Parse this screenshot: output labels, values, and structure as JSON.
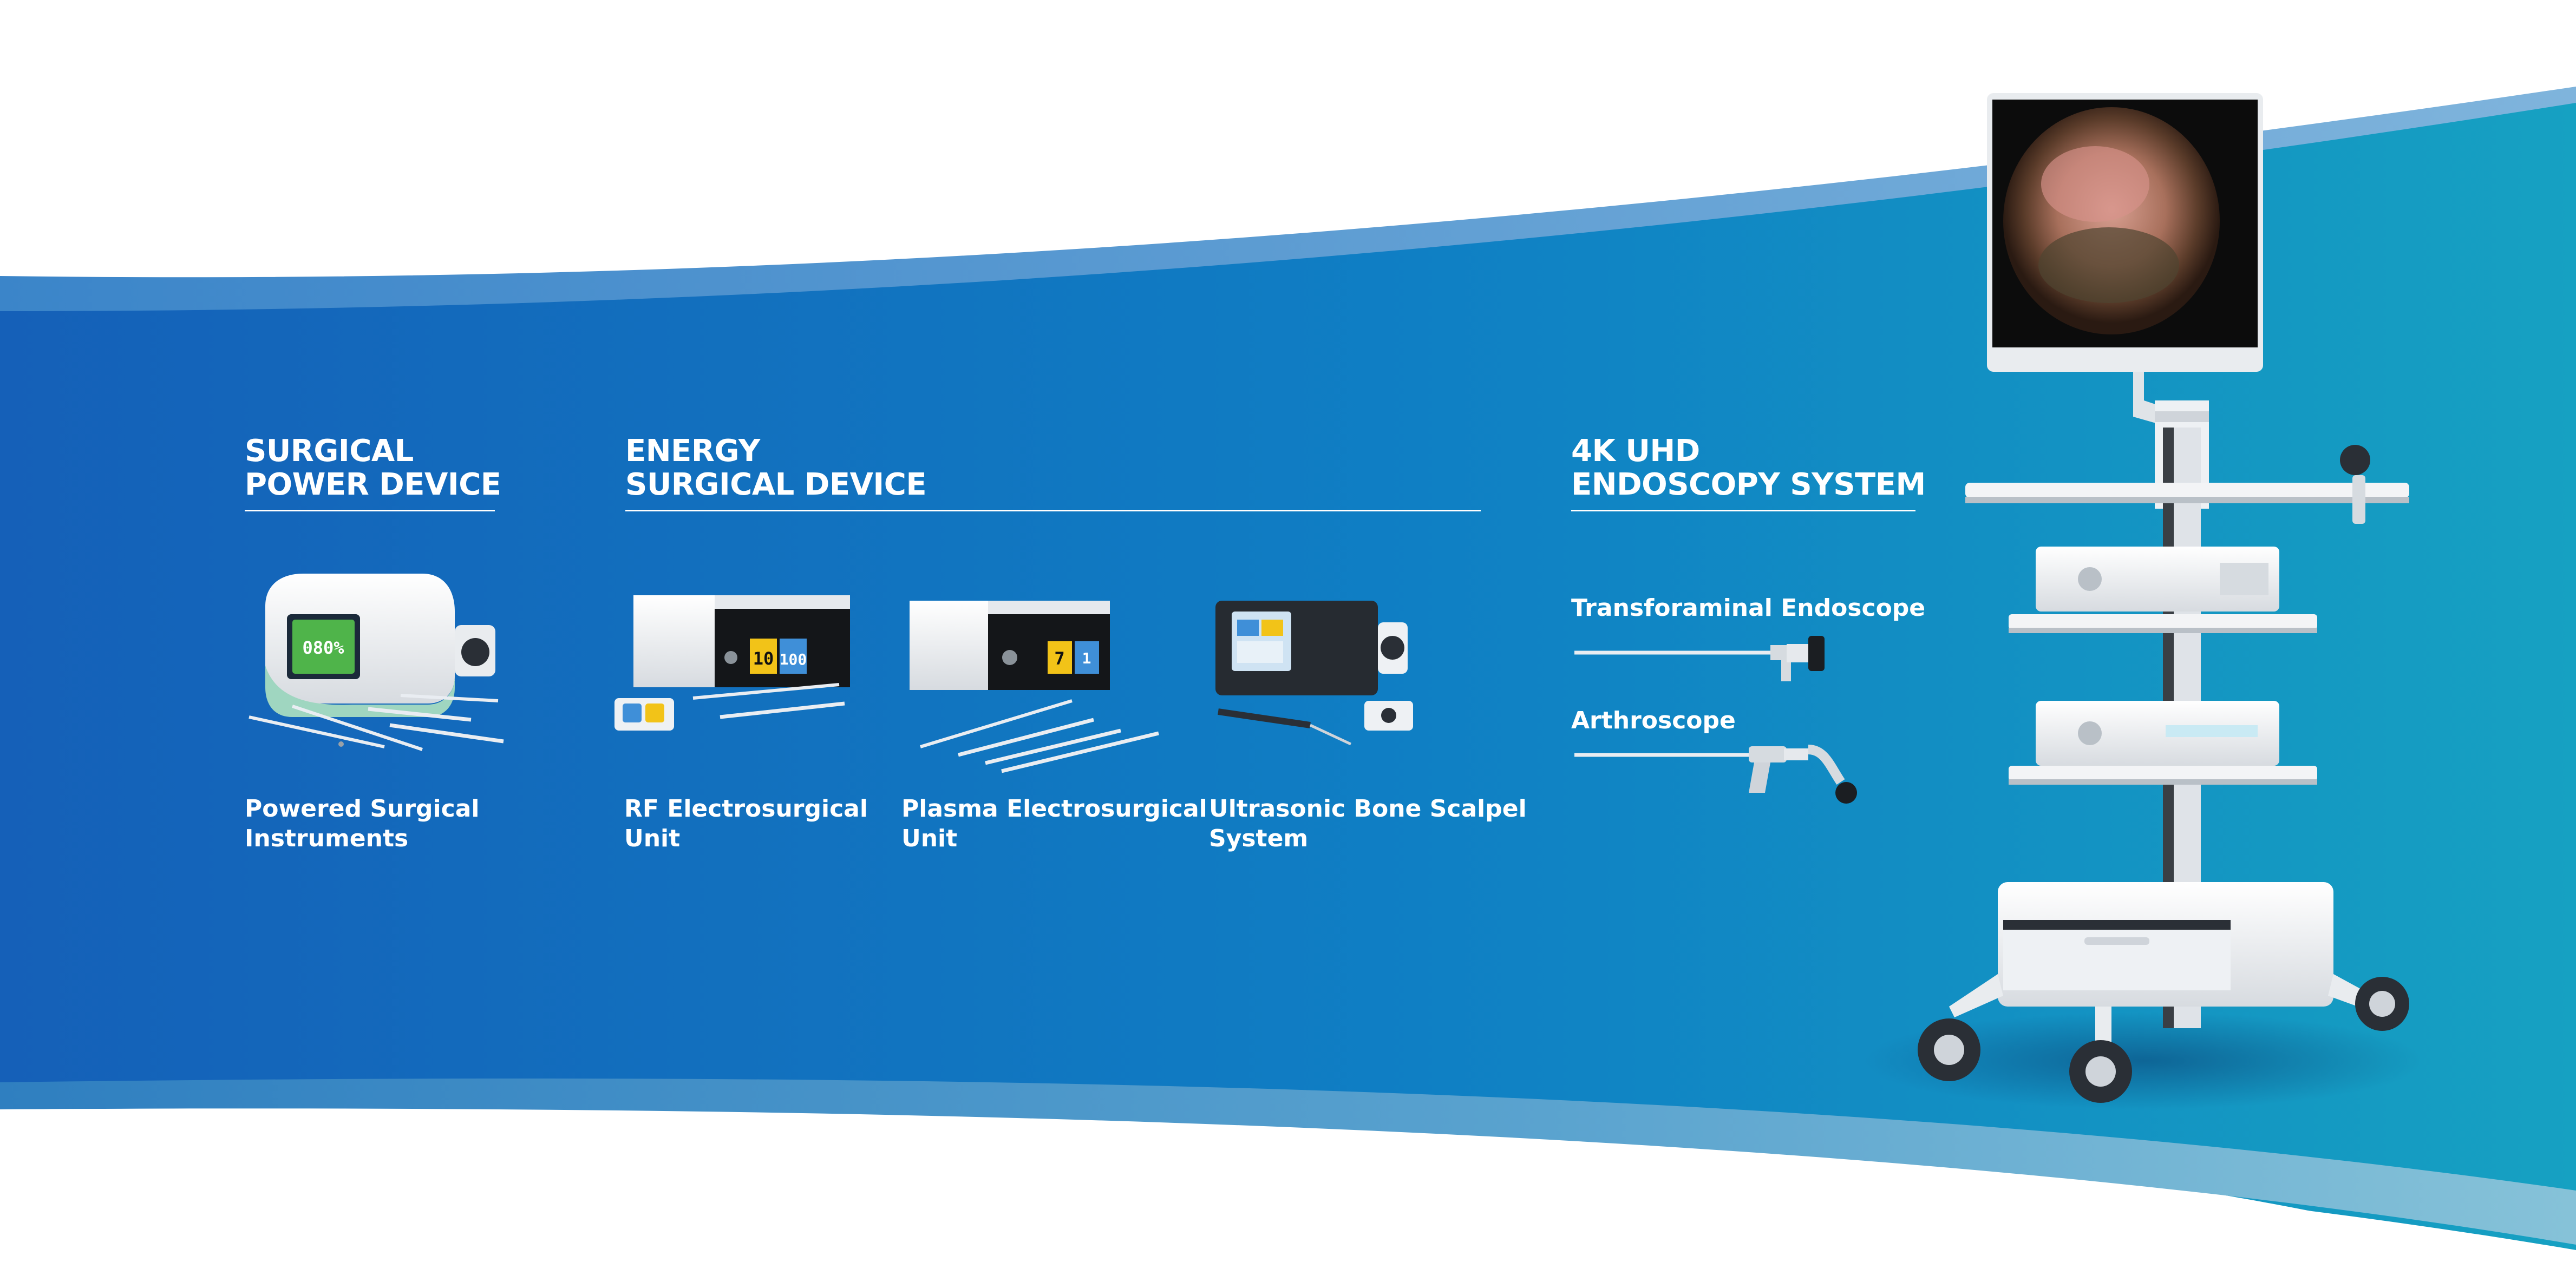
{
  "sections": {
    "surgical_power": {
      "title_line1": "SURGICAL",
      "title_line2": "POWER DEVICE"
    },
    "energy_surgical": {
      "title_line1": "ENERGY",
      "title_line2": "SURGICAL DEVICE"
    },
    "endoscopy": {
      "title_line1": "4K UHD",
      "title_line2": "ENDOSCOPY SYSTEM"
    }
  },
  "products": [
    {
      "line1": "Powered Surgical",
      "line2": "Instruments",
      "display": "080%"
    },
    {
      "line1": "RF Electrosurgical",
      "line2": "Unit",
      "display_left": "10",
      "display_right": "100"
    },
    {
      "line1": "Plasma Electrosurgical",
      "line2": "Unit",
      "display_left": "7",
      "display_right": "1"
    },
    {
      "line1": "Ultrasonic Bone Scalpel",
      "line2": "System"
    }
  ],
  "endoscopes": [
    {
      "label": "Transforaminal Endoscope"
    },
    {
      "label": "Arthroscope"
    }
  ],
  "colors": {
    "band_left": "#1560b8",
    "band_right": "#16a1c2",
    "text": "#ffffff",
    "device_white": "#f3f4f6",
    "screen_yellow": "#f2c318",
    "screen_blue": "#3f8fd8"
  }
}
